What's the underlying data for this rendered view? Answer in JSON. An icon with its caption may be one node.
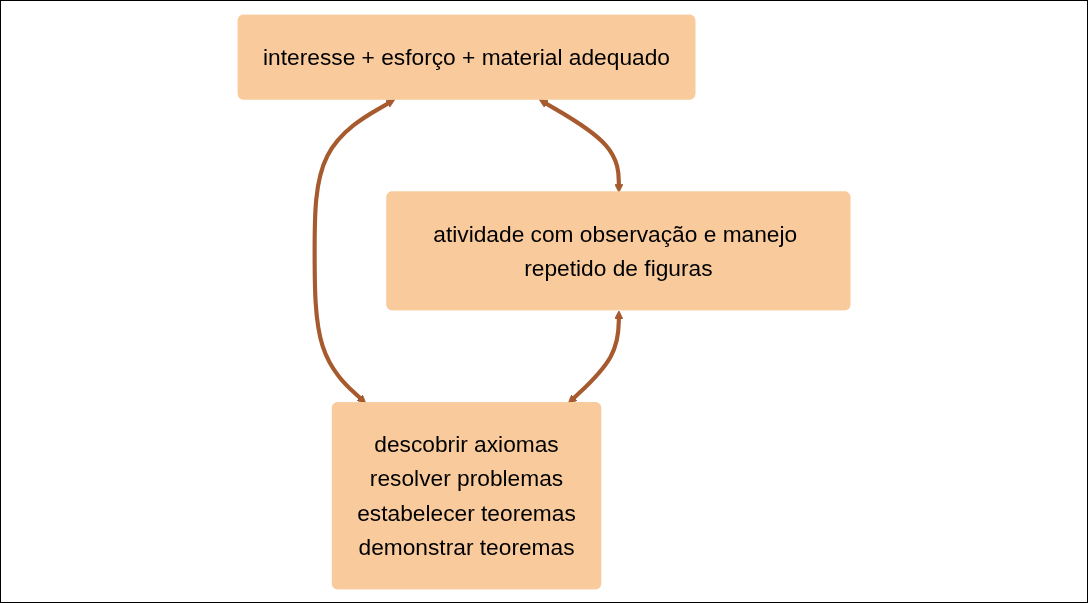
{
  "diagram": {
    "nodes": [
      {
        "text": [
          "interesse + esforço + material adequado"
        ]
      },
      {
        "text": [
          "atividade com observação e manejo repetido de figuras"
        ]
      },
      {
        "text": [
          "descobrir axiomas",
          "resolver problemas",
          "estabelecer teoremas",
          "demonstrar teoremas"
        ]
      }
    ],
    "edges": [
      {
        "from": 0,
        "to": 1,
        "arrow": "both"
      },
      {
        "from": 0,
        "to": 2,
        "arrow": "both"
      },
      {
        "from": 1,
        "to": 2,
        "arrow": "both"
      }
    ]
  }
}
